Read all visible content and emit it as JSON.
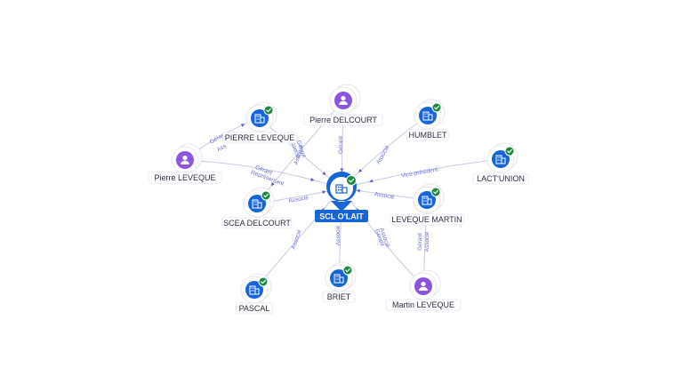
{
  "colors": {
    "company": "#1565d8",
    "person": "#8b55e0",
    "verified": "#1e8a3e",
    "edge": "#c7cbe3",
    "edge_label": "#6a6fcf"
  },
  "center": {
    "id": "scl",
    "label": "SCL O'LAIT",
    "icon": "building-icon",
    "verified": true
  },
  "nodes": [
    {
      "id": "pierre_delcourt",
      "label": "Pierre DELCOURT",
      "kind": "person",
      "verified": false
    },
    {
      "id": "pierre_leveque_co",
      "label": "PIERRE LEVEQUE",
      "kind": "company",
      "verified": true
    },
    {
      "id": "humblet",
      "label": "HUMBLET",
      "kind": "company",
      "verified": true
    },
    {
      "id": "pierre_leveque",
      "label": "Pierre LEVEQUE",
      "kind": "person",
      "verified": false
    },
    {
      "id": "lactunion",
      "label": "LACT'UNION",
      "kind": "company",
      "verified": true
    },
    {
      "id": "scea_delcourt",
      "label": "SCEA DELCOURT",
      "kind": "company",
      "verified": true
    },
    {
      "id": "leveque_martin",
      "label": "LEVEQUE MARTIN",
      "kind": "company",
      "verified": true
    },
    {
      "id": "pascal",
      "label": "PASCAL",
      "kind": "company",
      "verified": true
    },
    {
      "id": "briet",
      "label": "BRIET",
      "kind": "company",
      "verified": true
    },
    {
      "id": "martin_leveque",
      "label": "Martin LEVEQUE",
      "kind": "person",
      "verified": false
    }
  ],
  "edges": [
    {
      "from": "pierre_delcourt",
      "to": "scl",
      "labels": [
        "Gérant"
      ]
    },
    {
      "from": "pierre_leveque_co",
      "to": "scl",
      "labels": [
        "Associé"
      ]
    },
    {
      "from": "humblet",
      "to": "scl",
      "labels": [
        "Associé"
      ]
    },
    {
      "from": "pierre_leveque",
      "to": "pierre_leveque_co",
      "labels": [
        "Gérant",
        "Ass"
      ]
    },
    {
      "from": "pierre_leveque",
      "to": "scl",
      "labels": [
        "Gérant",
        "Représentant"
      ]
    },
    {
      "from": "lactunion",
      "to": "scl",
      "labels": [
        "Vice-président"
      ]
    },
    {
      "from": "scea_delcourt",
      "to": "scl",
      "labels": [
        "Associé"
      ]
    },
    {
      "from": "leveque_martin",
      "to": "scl",
      "labels": [
        "Associé"
      ]
    },
    {
      "from": "pascal",
      "to": "scl",
      "labels": [
        "Associé"
      ]
    },
    {
      "from": "briet",
      "to": "scl",
      "labels": [
        "Associé"
      ]
    },
    {
      "from": "martin_leveque",
      "to": "scl",
      "labels": [
        "Gérant",
        "Associé"
      ]
    },
    {
      "from": "martin_leveque",
      "to": "leveque_martin",
      "labels": [
        "Gérant",
        "Associé"
      ]
    },
    {
      "from": "pierre_delcourt",
      "to": "scea_delcourt",
      "labels": [
        "Associé",
        "Gérant"
      ]
    }
  ]
}
